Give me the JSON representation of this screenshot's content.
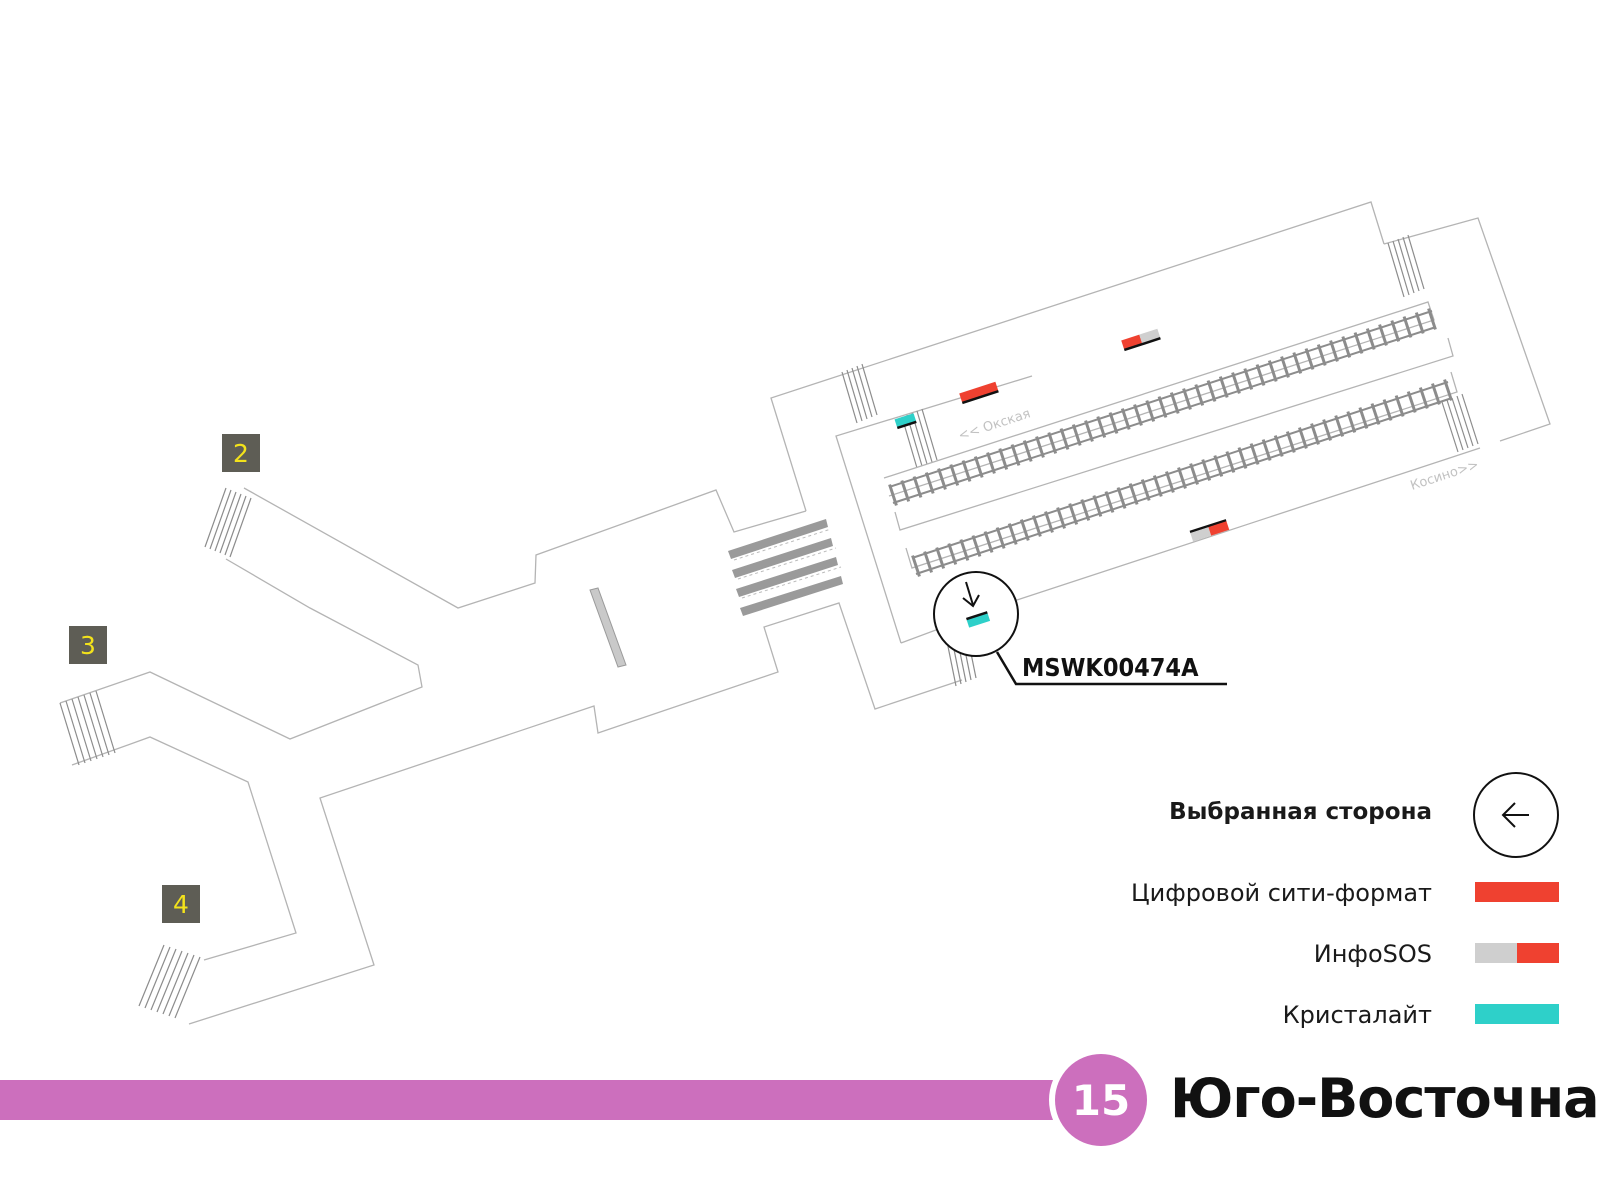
{
  "station": {
    "line_number": "15",
    "name": "Юго-Восточная",
    "line_color": "#cc6fbd"
  },
  "exits": [
    {
      "label": "2"
    },
    {
      "label": "3"
    },
    {
      "label": "4"
    }
  ],
  "directions": {
    "left": "<< Окская",
    "right": "Косино>>"
  },
  "selected_code": "MSWK00474A",
  "legend": {
    "selected_side": "Выбранная сторона",
    "digital_city_format": "Цифровой сити-формат",
    "infosos": "ИнфоSOS",
    "kristalight": "Кристалайт"
  },
  "colors": {
    "digital_city_format": "#ef4130",
    "infosos_gray": "#cfcfcf",
    "infosos_red": "#ef4130",
    "kristalight": "#2ed0c9",
    "exit_box": "#5e5d55",
    "exit_text": "#f3e21b",
    "outline": "#b4b4b4"
  },
  "icons": [
    "arrow-left-icon",
    "arrow-down-icon",
    "escalator-icon",
    "stairs-icon",
    "rail-track-icon"
  ]
}
